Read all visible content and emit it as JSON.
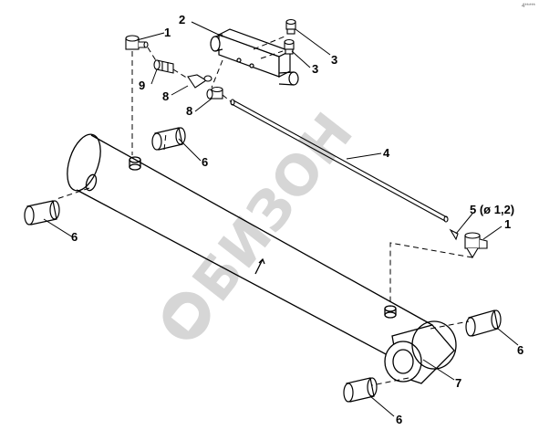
{
  "corner_code": "4*****",
  "watermark": {
    "text": "БИЗОН",
    "color": "#d6d6d6"
  },
  "callouts": {
    "c1_top": "1",
    "c2": "2",
    "c3_a": "3",
    "c3_b": "3",
    "c9": "9",
    "c8_a": "8",
    "c8_b": "8",
    "c4": "4",
    "c6_top": "6",
    "c6_left": "6",
    "c6_right": "6",
    "c6_bottom": "6",
    "c5": "5 (ø 1,2)",
    "c1_right": "1",
    "c7": "7"
  },
  "colors": {
    "line": "#000000",
    "background": "#ffffff"
  }
}
